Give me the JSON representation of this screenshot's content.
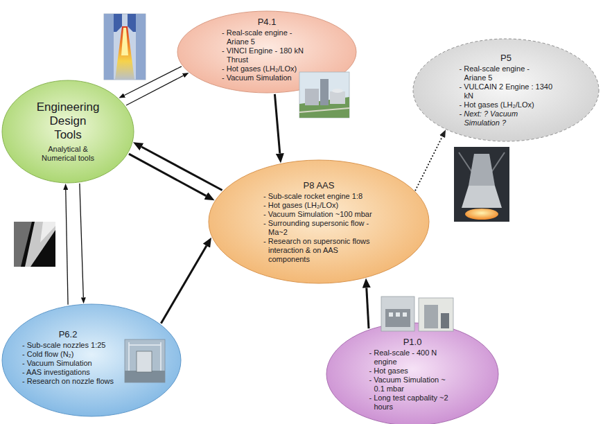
{
  "diagram": {
    "nodes": [
      {
        "text": [
          "P4.1",
          "- Real-scale engine - Ariane 5",
          "- VINCI Engine - 180 kN Thrust",
          "- Hot gases (LH₂/LOx)",
          "- Vacuum Simulation"
        ]
      },
      {
        "text": [
          "P5",
          "- Real-scale engine - Ariane 5",
          "- VULCAIN 2 Engine : 1340 kN",
          "- Hot gases (LH₂/LOx)",
          "- Next: ? Vacuum Simulation ?"
        ]
      },
      {
        "text": [
          "Engineering Design Tools",
          "Analytical & Numerical tools"
        ]
      },
      {
        "text": [
          "P8 AAS",
          "- Sub-scale rocket engine 1:8",
          "- Hot gases (LH₂/LOx)",
          "- Vacuum Simulation ~100 mbar",
          "- Surrounding supersonic flow - Ma~2",
          "- Research on supersonic flows interaction & on AAS components"
        ]
      },
      {
        "text": [
          "P6.2",
          "- Sub-scale nozzles 1:25",
          "- Cold flow (N₂)",
          "- Vacuum Simulation",
          "- AAS investigations",
          "- Research on nozzle flows"
        ]
      },
      {
        "text": [
          "P1.0",
          "- Real-scale - 400 N engine",
          "- Hot gases",
          "- Vacuum Simulation ~ 0.1 mbar",
          "- Long test capbality ~2 hours"
        ]
      }
    ],
    "edges": [
      {
        "from": 0,
        "to": 2,
        "arrow": "to"
      },
      {
        "from": 2,
        "to": 0,
        "arrow": "to"
      },
      {
        "from": 0,
        "to": 3,
        "arrow": "to"
      },
      {
        "from": 2,
        "to": 3,
        "arrow": "to"
      },
      {
        "from": 3,
        "to": 2,
        "arrow": "to"
      },
      {
        "from": 2,
        "to": 4,
        "arrow": "to"
      },
      {
        "from": 4,
        "to": 2,
        "arrow": "to"
      },
      {
        "from": 4,
        "to": 3,
        "arrow": "to"
      },
      {
        "from": 5,
        "to": 3,
        "arrow": "to"
      },
      {
        "from": 3,
        "to": 1,
        "arrow": "to"
      }
    ]
  }
}
